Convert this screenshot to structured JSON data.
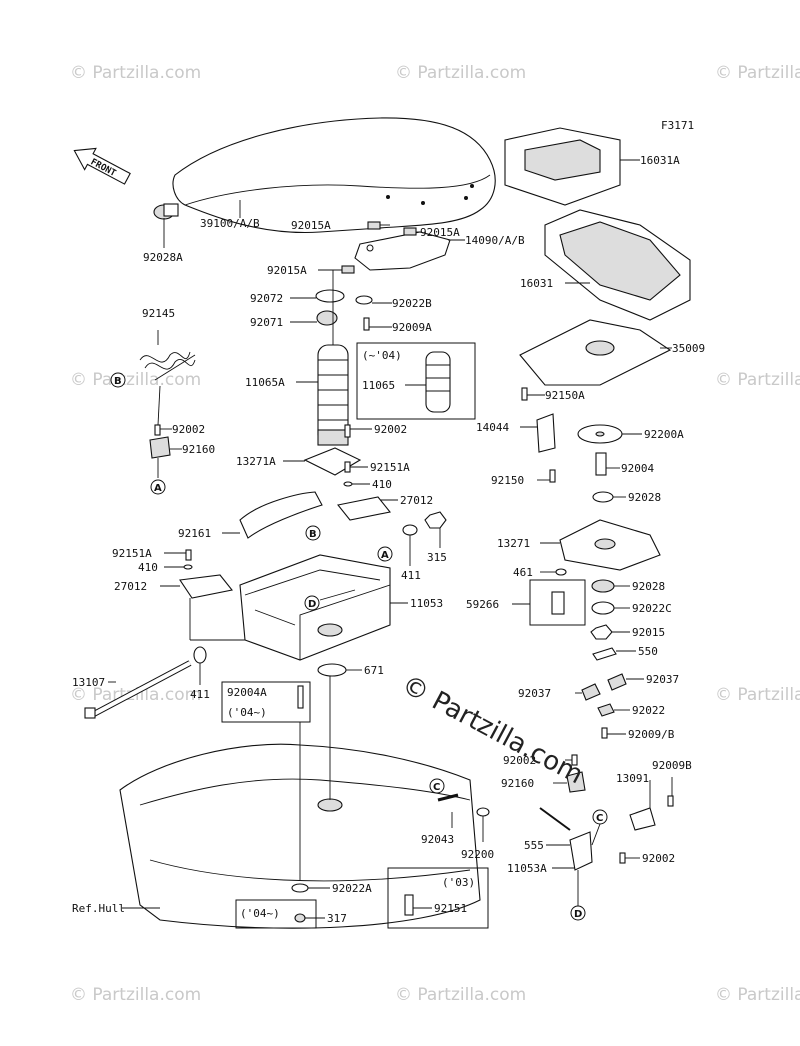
{
  "figure_code": "F3171",
  "front_label": "FRONT",
  "watermark": "© Partzilla.com",
  "watermark_small": "© Partzilla.com",
  "labels": {
    "p16031A": "16031A",
    "p16031": "16031",
    "p39100": "39100/A/B",
    "p92028A": "92028A",
    "p92015A_1": "92015A",
    "p92015A_2": "92015A",
    "p92015A_3": "92015A",
    "p14090": "14090/A/B",
    "p92072": "92072",
    "p92022B": "92022B",
    "p92071": "92071",
    "p92009A": "92009A",
    "p92145": "92145",
    "p35009": "35009",
    "p11065A": "11065A",
    "p11065": "11065",
    "p04box": "(~'04)",
    "p92150A": "92150A",
    "p92002_1": "92002",
    "p92160_1": "92160",
    "p14044": "14044",
    "p92002_2": "92002",
    "p92200A": "92200A",
    "p13271A": "13271A",
    "p92151A_1": "92151A",
    "p410_1": "410",
    "p92004": "92004",
    "p92150": "92150",
    "p27012_1": "27012",
    "p92028_1": "92028",
    "p92161": "92161",
    "p315": "315",
    "p13271": "13271",
    "p92151A_2": "92151A",
    "p410_2": "410",
    "p411_1": "411",
    "p27012_2": "27012",
    "p461": "461",
    "p92028_2": "92028",
    "p11053": "11053",
    "p59266": "59266",
    "p92022C": "92022C",
    "p92015": "92015",
    "p550": "550",
    "p13107": "13107",
    "p671": "671",
    "p411_2": "411",
    "p92004A": "92004A",
    "p04a": "('04~)",
    "p92037_1": "92037",
    "p92037_2": "92037",
    "p92022": "92022",
    "p92009B": "92009/B",
    "p92002_3": "92002",
    "p92009B2": "92009B",
    "p92160_2": "92160",
    "p13091": "13091",
    "p92043": "92043",
    "p92200": "92200",
    "p555": "555",
    "p11053A": "11053A",
    "p92002_4": "92002",
    "p03": "('03)",
    "p92022A": "92022A",
    "p92151": "92151",
    "pRefHull": "Ref.Hull",
    "p04b": "('04~)",
    "p317": "317"
  },
  "callouts": {
    "A": "A",
    "B": "B",
    "C": "C",
    "D": "D"
  }
}
